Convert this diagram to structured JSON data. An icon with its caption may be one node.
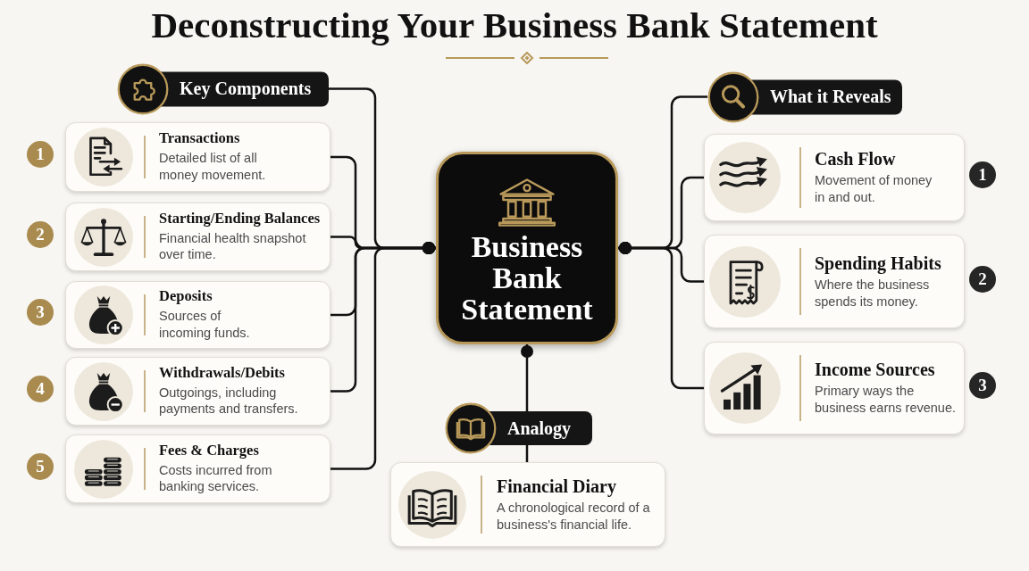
{
  "diagram": {
    "title": "Deconstructing Your Business Bank Statement",
    "nodes": [
      {
        "text": [
          "Key Components"
        ]
      },
      {
        "text": [
          "Transactions",
          "Detailed list of all money movement."
        ],
        "beside": [
          "1"
        ]
      },
      {
        "text": [
          "Starting/Ending Balances",
          "Financial health snapshot over time."
        ],
        "beside": [
          "2"
        ]
      },
      {
        "text": [
          "Deposits",
          "Sources of incoming funds."
        ],
        "beside": [
          "3"
        ]
      },
      {
        "text": [
          "Withdrawals/Debits",
          "Outgoings, including payments and transfers."
        ],
        "beside": [
          "4"
        ]
      },
      {
        "text": [
          "Fees & Charges",
          "Costs incurred from banking services."
        ],
        "beside": [
          "5"
        ]
      },
      {
        "text": [
          "Business Bank Statement"
        ]
      },
      {
        "text": [
          "What it Reveals"
        ]
      },
      {
        "text": [
          "Cash Flow",
          "Movement of money in and out."
        ],
        "beside": [
          "1"
        ]
      },
      {
        "text": [
          "Spending Habits",
          "Where the business spends its money."
        ],
        "beside": [
          "2"
        ]
      },
      {
        "text": [
          "Income Sources",
          "Primary ways the business earns revenue."
        ],
        "beside": [
          "3"
        ]
      },
      {
        "text": [
          "Analogy"
        ]
      },
      {
        "text": [
          "Financial Diary",
          "A chronological record of a business's financial life."
        ]
      }
    ],
    "edges": [
      {
        "from": 6,
        "to": 0,
        "arrow": "other"
      },
      {
        "from": 6,
        "to": 1,
        "arrow": "other"
      },
      {
        "from": 6,
        "to": 2,
        "arrow": "other"
      },
      {
        "from": 6,
        "to": 3,
        "arrow": "other"
      },
      {
        "from": 6,
        "to": 4,
        "arrow": "other"
      },
      {
        "from": 6,
        "to": 5,
        "arrow": "other"
      },
      {
        "from": 6,
        "to": 7,
        "arrow": "other"
      },
      {
        "from": 6,
        "to": 8,
        "arrow": "other"
      },
      {
        "from": 6,
        "to": 9,
        "arrow": "other"
      },
      {
        "from": 6,
        "to": 10,
        "arrow": "other"
      },
      {
        "from": 6,
        "to": 11,
        "arrow": "other"
      },
      {
        "from": 11,
        "to": 12,
        "arrow": "none"
      }
    ]
  }
}
